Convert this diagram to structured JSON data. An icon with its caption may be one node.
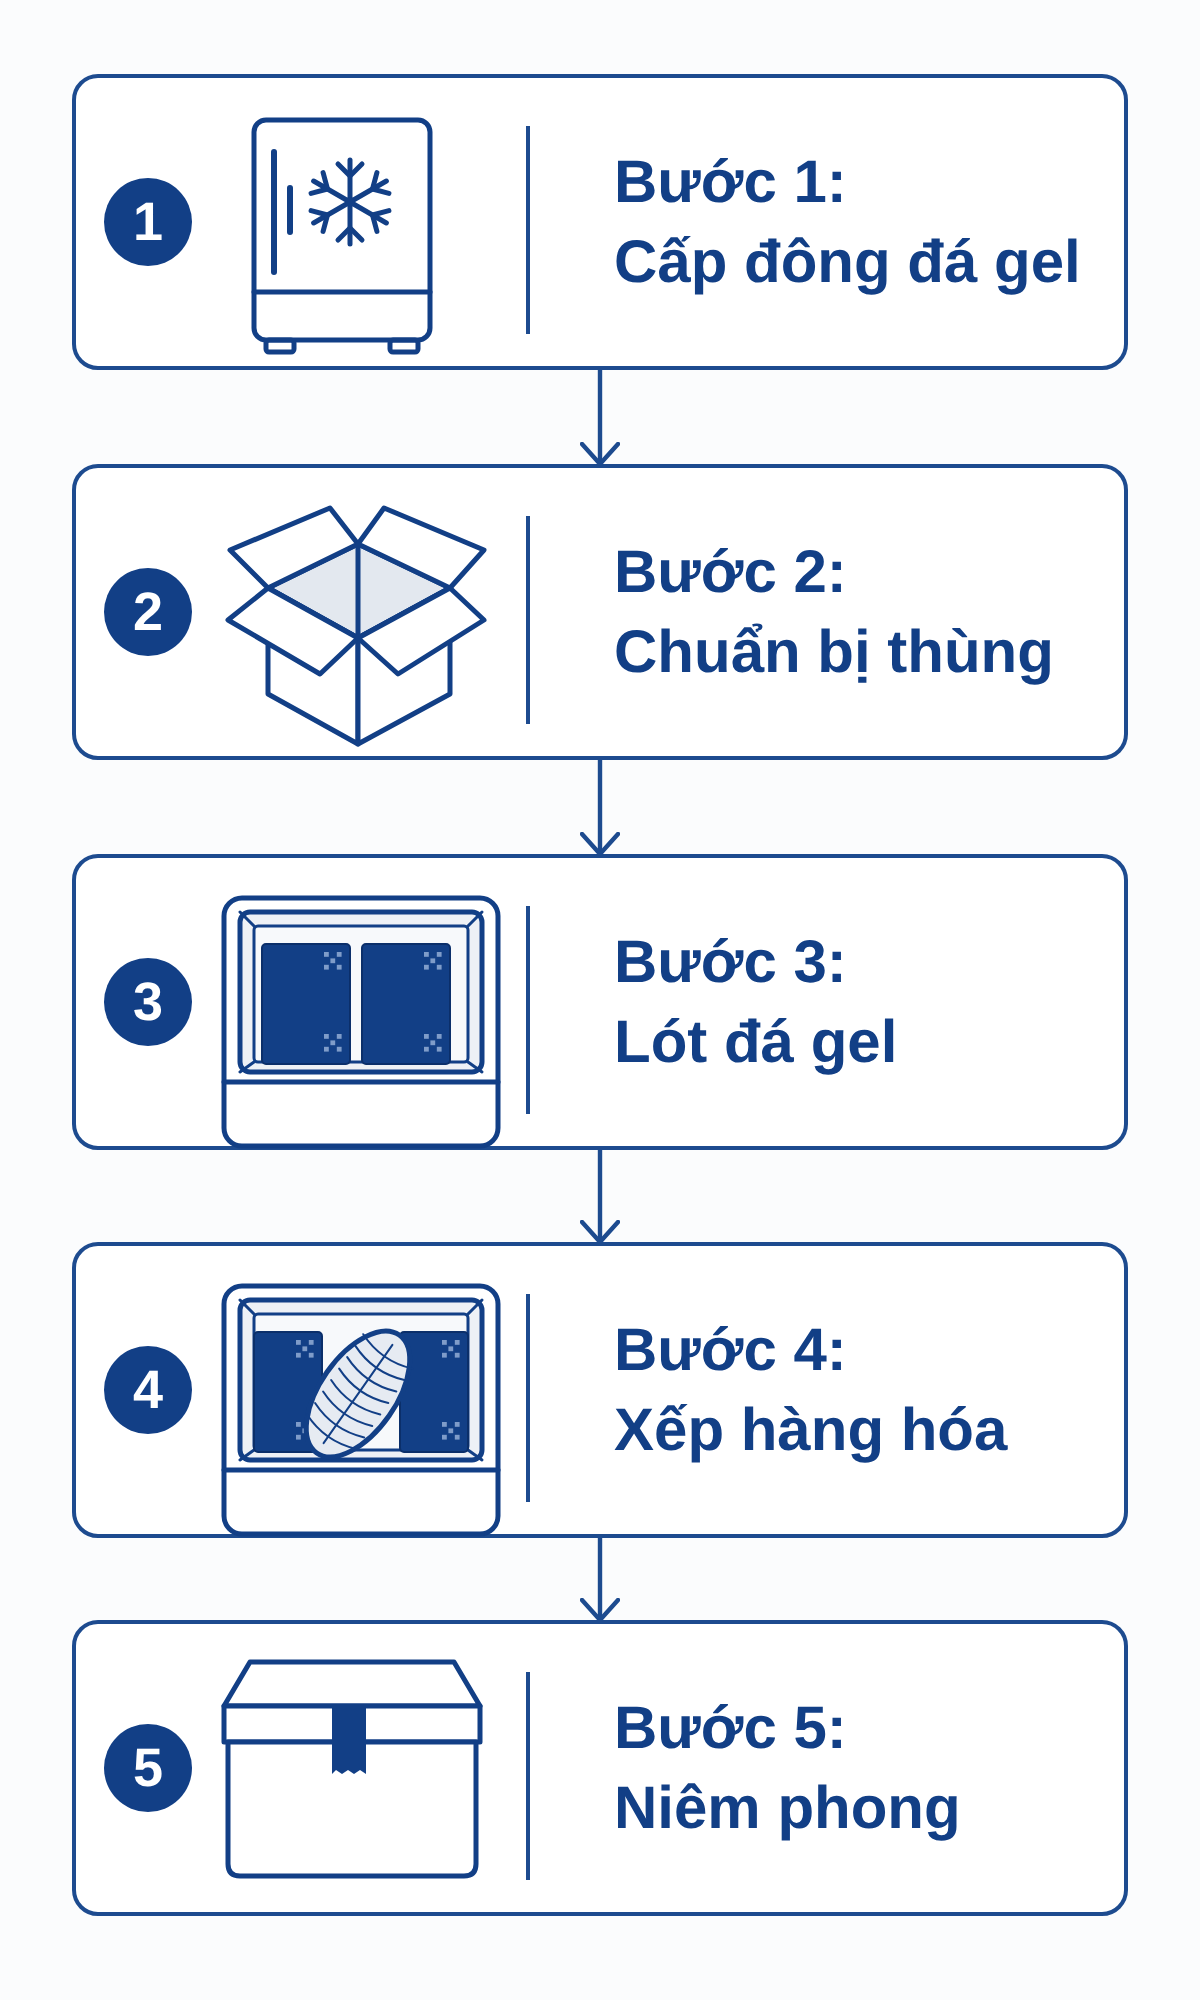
{
  "diagram": {
    "nodes": [
      {
        "text": [
          "Bước 1:",
          "Cấp đông đá gel"
        ]
      },
      {
        "text": [
          "1"
        ],
        "in": 0
      },
      {
        "text": [
          "Bước 2:",
          "Chuẩn bị thùng"
        ]
      },
      {
        "text": [
          "2"
        ],
        "in": 2
      },
      {
        "text": [
          "Bước 3:",
          "Lót đá gel"
        ]
      },
      {
        "text": [
          "3"
        ],
        "in": 4
      },
      {
        "text": [
          "Bước 4:",
          "Xếp hàng hóa"
        ]
      },
      {
        "text": [
          "4"
        ],
        "in": 6
      },
      {
        "text": [
          "Bước 5:",
          "Niêm phong"
        ]
      },
      {
        "text": [
          "5"
        ],
        "in": 8
      }
    ],
    "edges": [
      {
        "from": 0,
        "to": 2,
        "arrow": "to"
      },
      {
        "from": 2,
        "to": 4,
        "arrow": "to"
      },
      {
        "from": 4,
        "to": 6,
        "arrow": "to"
      },
      {
        "from": 6,
        "to": 8,
        "arrow": "to"
      }
    ]
  }
}
